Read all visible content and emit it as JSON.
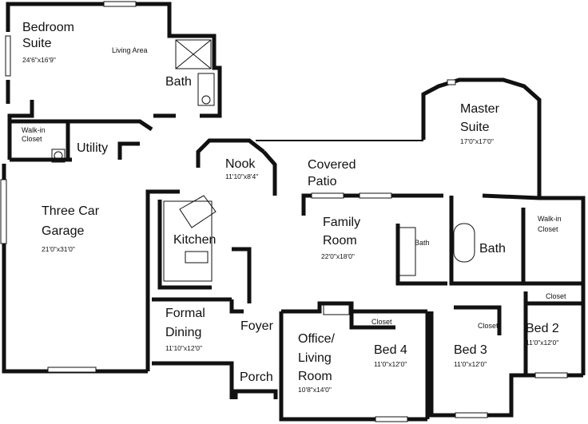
{
  "rooms": {
    "bedroom_suite": {
      "name_line1": "Bedroom",
      "name_line2": "Suite",
      "dims": "24'6\"x16'9\""
    },
    "living_area": {
      "name": "Living Area"
    },
    "bath_upper": {
      "name": "Bath"
    },
    "walkin_closet_left": {
      "name_line1": "Walk-in",
      "name_line2": "Closet"
    },
    "utility": {
      "name": "Utility"
    },
    "nook": {
      "name": "Nook",
      "dims": "11'10\"x8'4\""
    },
    "covered_patio": {
      "name_line1": "Covered",
      "name_line2": "Patio"
    },
    "master_suite": {
      "name_line1": "Master",
      "name_line2": "Suite",
      "dims": "17'0\"x17'0\""
    },
    "three_car_garage": {
      "name_line1": "Three Car",
      "name_line2": "Garage",
      "dims": "21'0\"x31'0\""
    },
    "kitchen": {
      "name": "Kitchen"
    },
    "family_room": {
      "name_line1": "Family",
      "name_line2": "Room",
      "dims": "22'0\"x18'0\""
    },
    "bath_small": {
      "name": "Bath"
    },
    "master_bath": {
      "name": "Bath"
    },
    "walkin_closet_right": {
      "name_line1": "Walk-in",
      "name_line2": "Closet"
    },
    "closet_bed2": {
      "name": "Closet"
    },
    "formal_dining": {
      "name_line1": "Formal",
      "name_line2": "Dining",
      "dims": "11'10\"x12'0\""
    },
    "foyer": {
      "name": "Foyer"
    },
    "office_living": {
      "name_line1": "Office/",
      "name_line2": "Living",
      "name_line3": "Room",
      "dims": "10'8\"x14'0\""
    },
    "closet_bed4": {
      "name": "Closet"
    },
    "bed4": {
      "name": "Bed 4",
      "dims": "11'0\"x12'0\""
    },
    "bed3": {
      "name": "Bed 3",
      "dims": "11'0\"x12'0\""
    },
    "closet_bed3": {
      "name": "Closet"
    },
    "bed2": {
      "name": "Bed 2",
      "dims": "11'0\"x12'0\""
    },
    "porch": {
      "name": "Porch"
    }
  }
}
